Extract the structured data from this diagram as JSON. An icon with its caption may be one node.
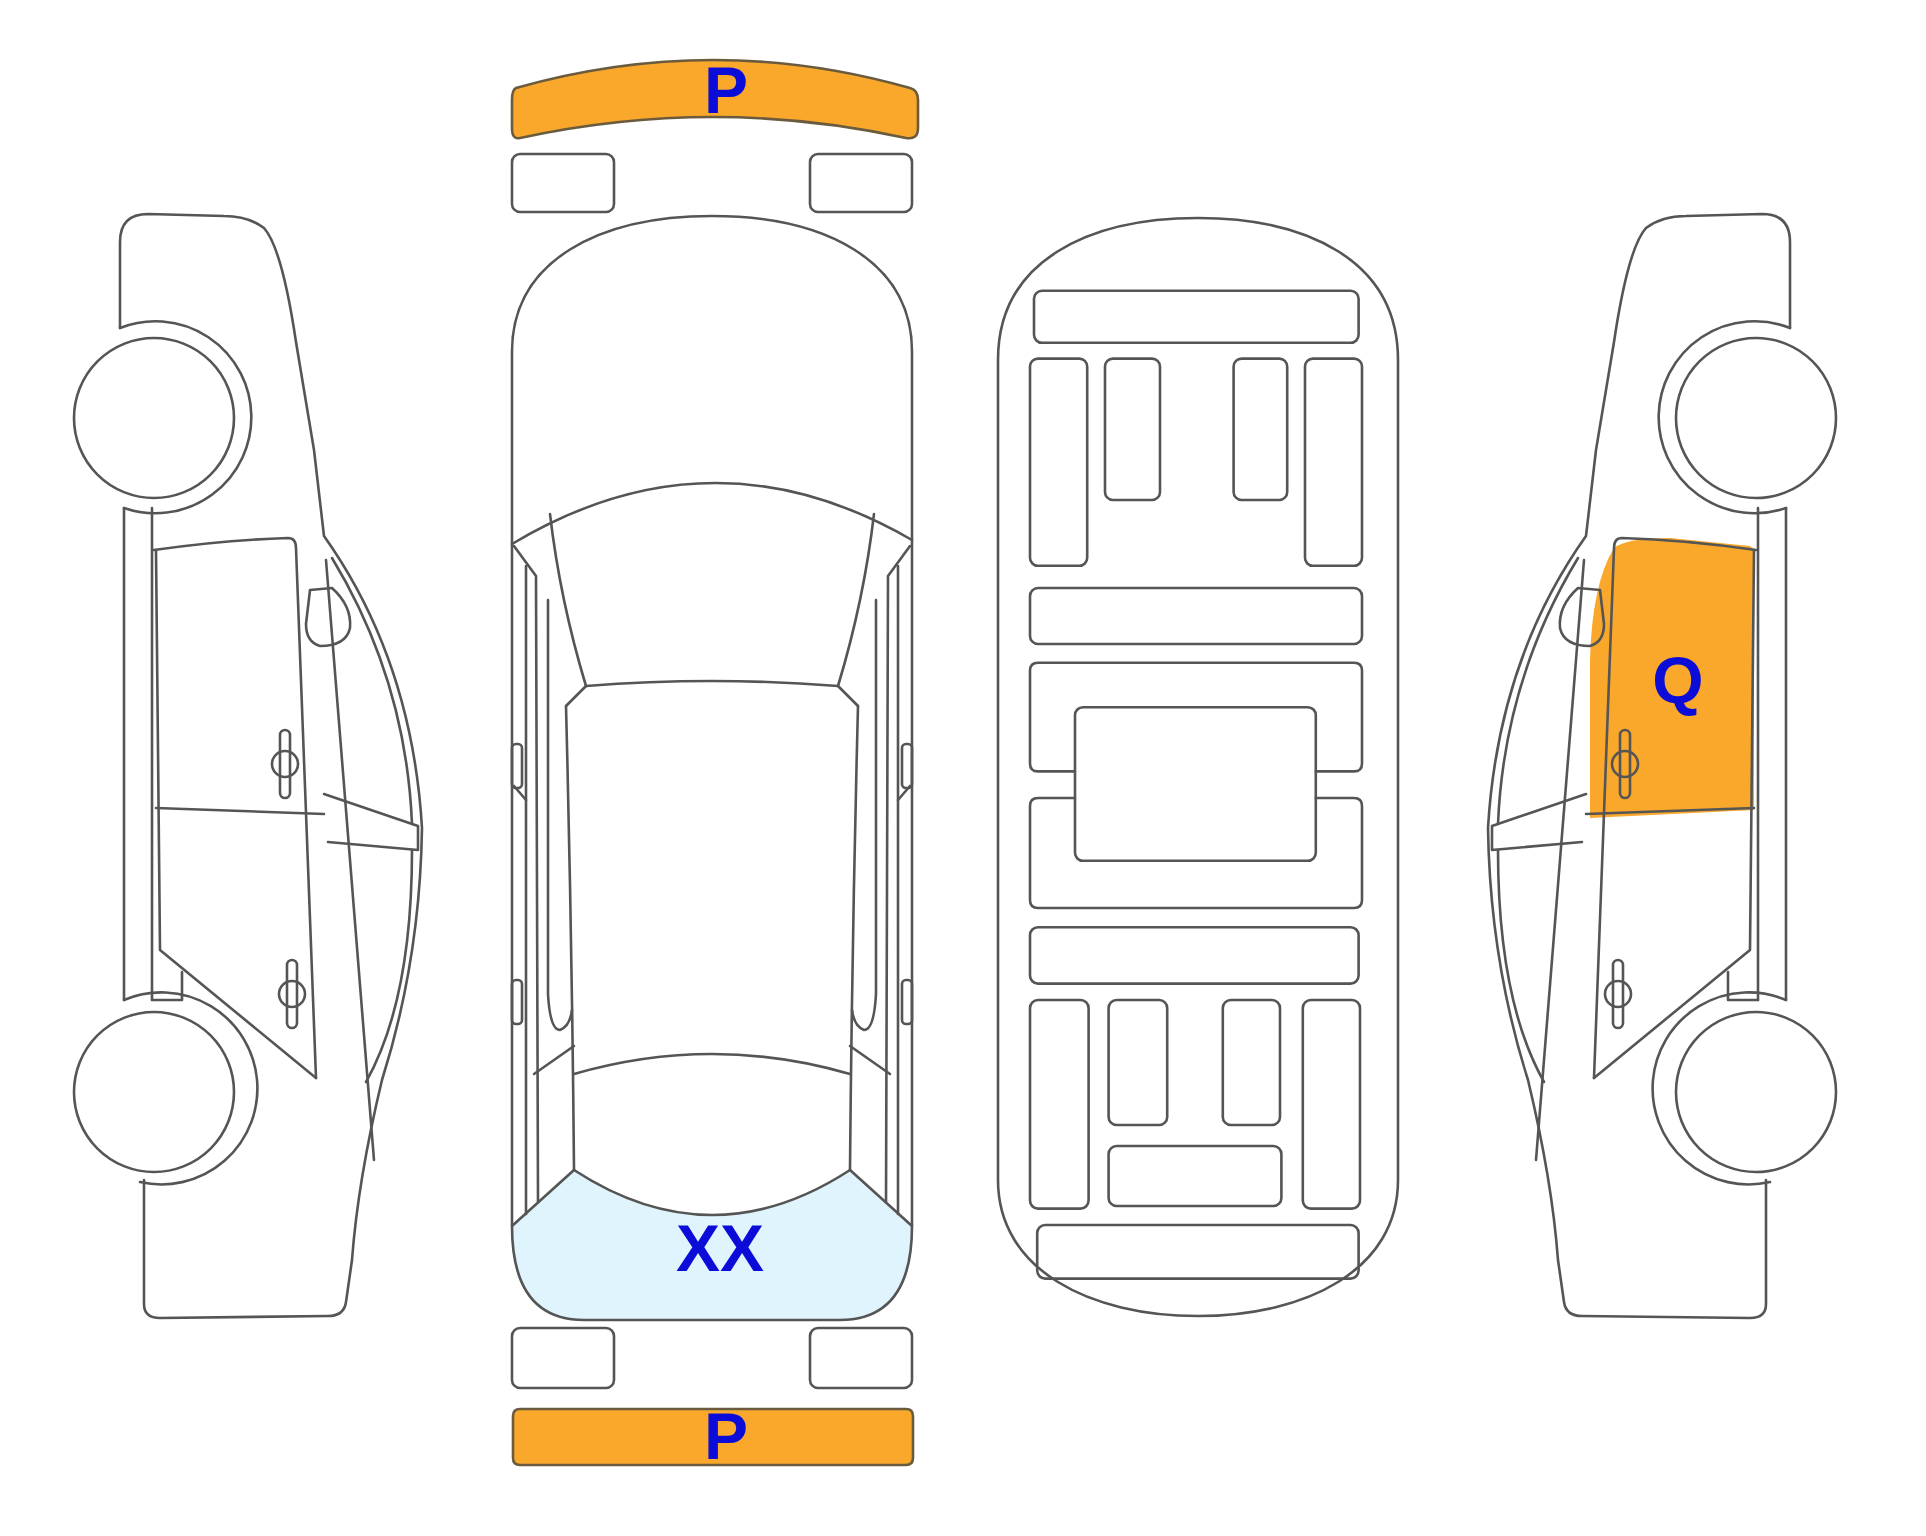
{
  "diagram": {
    "nodes": [
      {
        "text": [
          "P"
        ]
      },
      {
        "text": [
          "Q"
        ]
      },
      {
        "text": [
          "XX"
        ]
      },
      {
        "text": [
          "P"
        ]
      }
    ]
  }
}
